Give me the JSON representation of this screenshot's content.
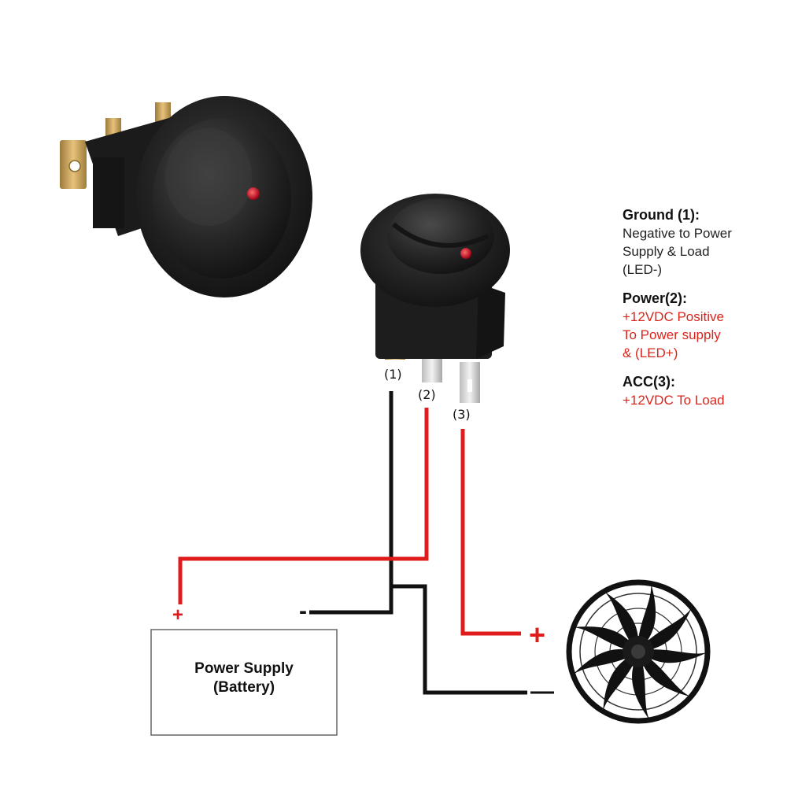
{
  "legend": {
    "ground_heading": "Ground (1):",
    "ground_desc": [
      "Negative to Power",
      "Supply & Load",
      "(LED-)"
    ],
    "power_heading": "Power(2):",
    "power_desc": [
      "+12VDC Positive",
      "To Power supply",
      "& (LED+)"
    ],
    "acc_heading": "ACC(3):",
    "acc_desc": [
      "+12VDC To Load"
    ]
  },
  "pins": {
    "pin1": "(1)",
    "pin2": "(2)",
    "pin3": "(3)"
  },
  "battery": {
    "line1": "Power Supply",
    "line2": "(Battery)"
  },
  "signs": {
    "battery_plus": "+",
    "battery_minus": "-",
    "load_plus": "+",
    "load_minus": "—"
  },
  "colors": {
    "positive_wire": "#e01b1b",
    "negative_wire": "#111111",
    "legend_red": "#d9261c",
    "switch_body": "#2b2b2b",
    "led": "#c8102e"
  }
}
